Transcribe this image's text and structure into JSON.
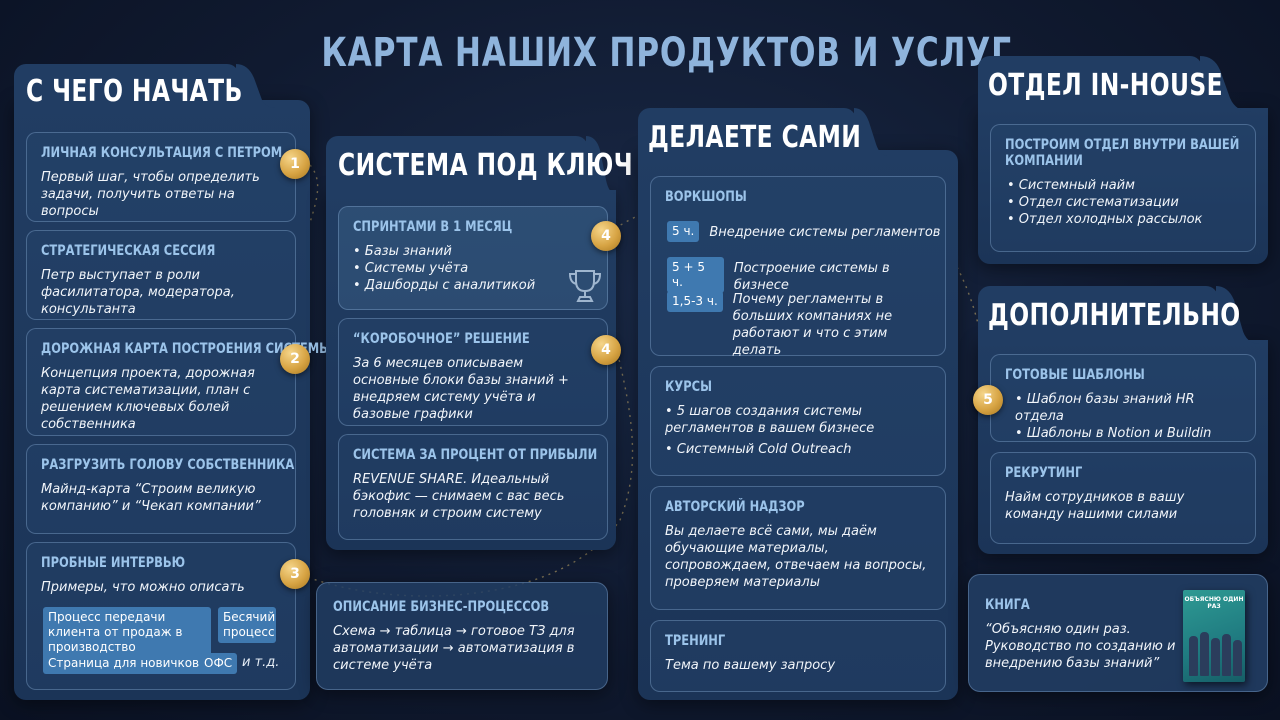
{
  "title": "КАРТА НАШИХ ПРОДУКТОВ И УСЛУГ",
  "start": {
    "title": "С ЧЕГО НАЧАТЬ",
    "cards": [
      {
        "title": "ЛИЧНАЯ КОНСУЛЬТАЦИЯ С ПЕТРОМ",
        "text": "Первый шаг, чтобы определить задачи, получить ответы на вопросы"
      },
      {
        "title": "СТРАТЕГИЧЕСКАЯ СЕССИЯ",
        "text": "Петр выступает в роли фасилитатора, модератора, консультанта"
      },
      {
        "title": "ДОРОЖНАЯ КАРТА ПОСТРОЕНИЯ СИСТЕМЫ",
        "text": "Концепция проекта, дорожная карта систематизации, план с решением ключевых болей собственника"
      },
      {
        "title": "РАЗГРУЗИТЬ ГОЛОВУ СОБСТВЕННИКА",
        "text": "Майнд-карта “Строим великую компанию” и “Чекап компании”"
      },
      {
        "title": "ПРОБНЫЕ ИНТЕРВЬЮ",
        "text": "Примеры, что можно описать",
        "tags": [
          "Процесс передачи клиента от продаж в производство",
          "Бесячий процесс",
          "Страница для новичков",
          "ОФС"
        ],
        "tail": "и т.д."
      }
    ]
  },
  "turnkey": {
    "title": "СИСТЕМА ПОД КЛЮЧ",
    "cards": [
      {
        "title": "СПРИНТАМИ В 1 МЕСЯЦ",
        "bullets": [
          "• Базы знаний",
          "• Системы учёта",
          "• Дашборды с аналитикой"
        ]
      },
      {
        "title": "“КОРОБОЧНОЕ” РЕШЕНИЕ",
        "text": "За 6 месяцев описываем основные блоки базы знаний + внедряем систему учёта и базовые графики"
      },
      {
        "title": "СИСТЕМА ЗА ПРОЦЕНТ ОТ ПРИБЫЛИ",
        "text": "REVENUE SHARE. Идеальный бэкофис — снимаем с вас весь головняк и строим систему"
      }
    ]
  },
  "bizproc": {
    "title": "ОПИСАНИЕ БИЗНЕС-ПРОЦЕССОВ",
    "text": "Схема → таблица → готовое ТЗ для автоматизации → автоматизация в системе учёта"
  },
  "diy": {
    "title": "ДЕЛАЕТЕ САМИ",
    "workshops": {
      "title": "ВОРКШОПЫ",
      "items": [
        {
          "tag": "5 ч.",
          "text": "Внедрение системы регламентов"
        },
        {
          "tag": "5 + 5 ч.",
          "text": "Построение системы в бизнесе"
        },
        {
          "tag": "1,5-3 ч.",
          "text": "Почему регламенты в больших компаниях не работают и что с этим делать"
        }
      ]
    },
    "courses": {
      "title": "КУРСЫ",
      "bullets": [
        "• 5 шагов создания системы регламентов в вашем бизнесе",
        "• Системный Cold Outreach"
      ]
    },
    "supervision": {
      "title": "АВТОРСКИЙ НАДЗОР",
      "text": "Вы делаете всё сами, мы даём обучающие материалы, сопровождаем, отвечаем на вопросы, проверяем материалы"
    },
    "training": {
      "title": "ТРЕНИНГ",
      "text": "Тема по вашему запросу"
    }
  },
  "inhouse": {
    "title": "ОТДЕЛ IN-HOUSE",
    "card": {
      "title1": "ПОСТРОИМ ОТДЕЛ ВНУТРИ ВАШЕЙ",
      "title2": "КОМПАНИИ",
      "bullets": [
        "• Системный найм",
        "• Отдел систематизации",
        "• Отдел холодных рассылок"
      ]
    }
  },
  "extra": {
    "title": "ДОПОЛНИТЕЛЬНО",
    "templates": {
      "title": "ГОТОВЫЕ ШАБЛОНЫ",
      "bullets": [
        "• Шаблон базы знаний HR отдела",
        "• Шаблоны в Notion и Buildin"
      ]
    },
    "recruiting": {
      "title": "РЕКРУТИНГ",
      "text": "Найм сотрудников в вашу команду нашими силами"
    }
  },
  "book": {
    "title": "КНИГА",
    "text": "“Объясняю один раз. Руководство по созданию и внедрению базы знаний”",
    "cover": "ОБЪЯСНЮ ОДИН РАЗ"
  },
  "badges": [
    "1",
    "2",
    "3",
    "4",
    "4",
    "5"
  ],
  "colors": {
    "background": "#101a30",
    "panel": "#213d63",
    "title": "#8fb4dc",
    "card_title": "#9cc4ea",
    "tag": "#3f79b0",
    "badge": "#d7a444"
  }
}
